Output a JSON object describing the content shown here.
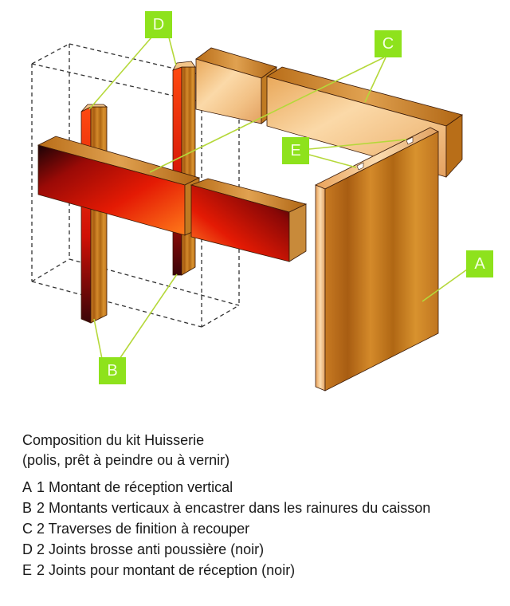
{
  "diagram": {
    "subject": "Kit Huisserie exploded view",
    "callouts": {
      "A": "A",
      "B": "B",
      "C": "C",
      "D": "D",
      "E": "E"
    },
    "colors": {
      "callout_bg": "#8ee21c",
      "callout_text": "#f4ffe0",
      "leader_line": "#b5d83a",
      "wood_light": "#f5c98e",
      "wood_mid": "#d08a2c",
      "wood_dark": "#a85d12",
      "red_light": "#ff5a10",
      "red_dark": "#2a0508",
      "dashed_outline": "#333333"
    }
  },
  "legend": {
    "title_line1": "Composition du kit Huisserie",
    "title_line2": "(polis, prêt à peindre ou à vernir)",
    "items": [
      {
        "key": "A",
        "text": "1 Montant de réception vertical"
      },
      {
        "key": "B",
        "text": "2 Montants verticaux à encastrer dans les rainures du caisson"
      },
      {
        "key": "C",
        "text": "2 Traverses de finition à recouper"
      },
      {
        "key": "D",
        "text": "2 Joints brosse anti poussière (noir)"
      },
      {
        "key": "E",
        "text": "2 Joints pour montant de réception (noir)"
      }
    ]
  }
}
